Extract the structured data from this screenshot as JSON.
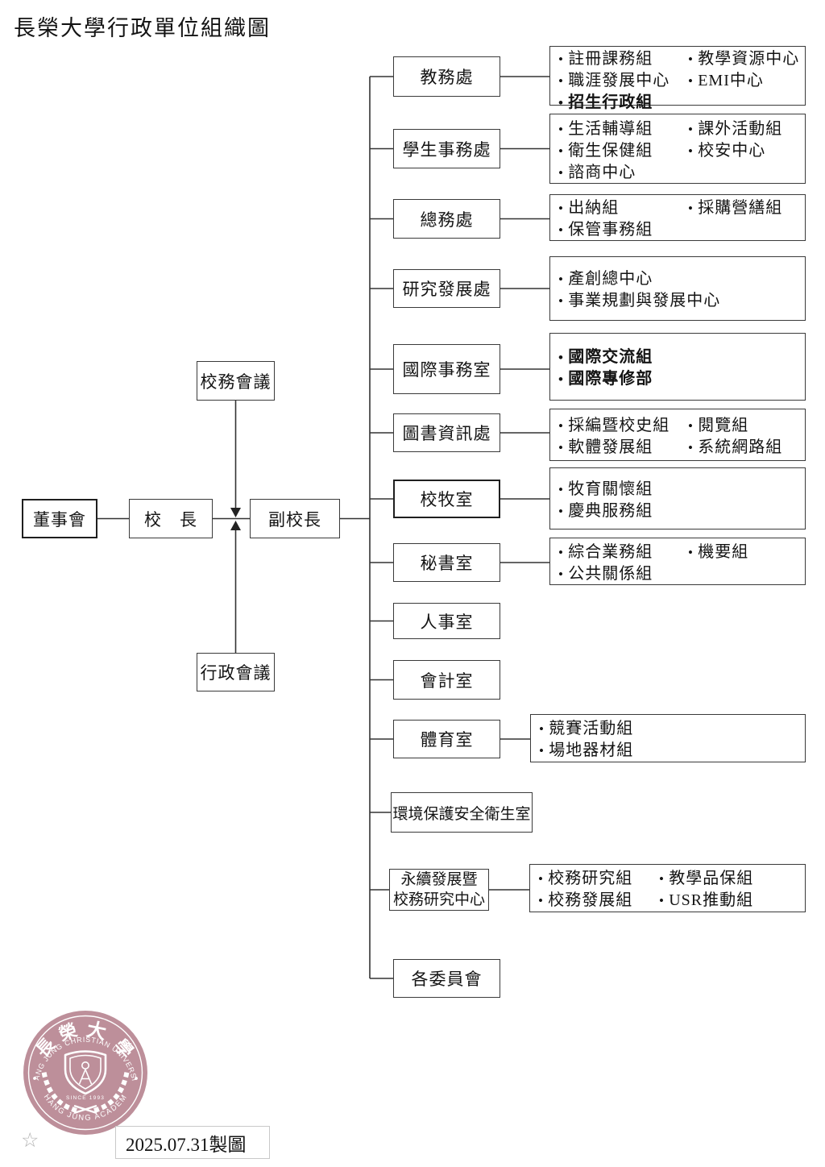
{
  "title": "長榮大學行政單位組織圖",
  "governance": {
    "board": "董事會",
    "president": "校　長",
    "vice_president": "副校長",
    "senate": "校務會議",
    "admin_council": "行政會議"
  },
  "departments": [
    {
      "name": "教務處",
      "left": [
        {
          "label": "註冊課務組"
        },
        {
          "label": "職涯發展中心"
        },
        {
          "label": "招生行政組",
          "bold": true
        }
      ],
      "right": [
        {
          "label": "教學資源中心"
        },
        {
          "label": "EMI中心"
        }
      ]
    },
    {
      "name": "學生事務處",
      "left": [
        {
          "label": "生活輔導組"
        },
        {
          "label": "衛生保健組"
        },
        {
          "label": "諮商中心"
        }
      ],
      "right": [
        {
          "label": "課外活動組"
        },
        {
          "label": "校安中心"
        }
      ]
    },
    {
      "name": "總務處",
      "left": [
        {
          "label": "出納組"
        },
        {
          "label": "保管事務組"
        }
      ],
      "right": [
        {
          "label": "採購營繕組"
        }
      ]
    },
    {
      "name": "研究發展處",
      "left": [
        {
          "label": "產創總中心"
        },
        {
          "label": "事業規劃與發展中心"
        }
      ],
      "right": []
    },
    {
      "name": "國際事務室",
      "left": [
        {
          "label": "國際交流組",
          "bold": true
        },
        {
          "label": "國際專修部",
          "bold": true
        }
      ],
      "right": []
    },
    {
      "name": "圖書資訊處",
      "left": [
        {
          "label": "採編暨校史組"
        },
        {
          "label": "軟體發展組"
        }
      ],
      "right": [
        {
          "label": "閱覽組"
        },
        {
          "label": "系統網路組"
        }
      ]
    },
    {
      "name": "校牧室",
      "left": [
        {
          "label": "牧育關懷組"
        },
        {
          "label": "慶典服務組"
        }
      ],
      "right": []
    },
    {
      "name": "秘書室",
      "left": [
        {
          "label": "綜合業務組"
        },
        {
          "label": "公共關係組"
        }
      ],
      "right": [
        {
          "label": "機要組"
        }
      ]
    },
    {
      "name": "人事室"
    },
    {
      "name": "會計室"
    },
    {
      "name": "體育室",
      "left": [
        {
          "label": "競賽活動組"
        },
        {
          "label": "場地器材組"
        }
      ],
      "right": []
    },
    {
      "name": "環境保護安全衛生室"
    },
    {
      "name": "永續發展暨\n校務研究中心",
      "left": [
        {
          "label": "校務研究組"
        },
        {
          "label": "校務發展組"
        }
      ],
      "right": [
        {
          "label": "教學品保組"
        },
        {
          "label": "USR推動組"
        }
      ]
    },
    {
      "name": "各委員會"
    }
  ],
  "footer": {
    "date_note": "2025.07.31製圖",
    "star": "☆"
  },
  "logo": {
    "arc_top": "CHANG JUNG CHRISTIAN UNIVERSITY",
    "arc_bottom": "CHANG JUNG ACADEMY",
    "seal_chars": [
      "長",
      "榮",
      "大",
      "學"
    ],
    "since": "SINCE 1993",
    "color": "#bd8f9a"
  }
}
